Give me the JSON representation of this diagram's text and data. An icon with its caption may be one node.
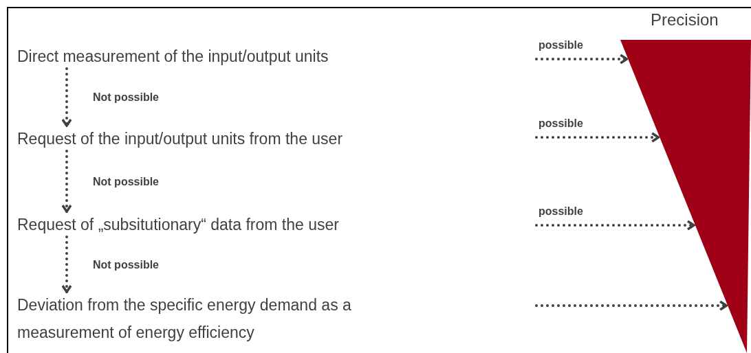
{
  "diagram": {
    "nodes": [
      {
        "text": [
          "Direct measurement of the input/output units"
        ]
      },
      {
        "text": [
          "Request of the input/output units from the user"
        ]
      },
      {
        "text": [
          "Request of „subsitutionary“  data from the user"
        ]
      },
      {
        "text": [
          "Deviation from the specific energy demand as a measurement of energy efficiency"
        ]
      },
      {
        "text": [
          "Precision"
        ]
      }
    ],
    "edges": [
      {
        "from": 0,
        "to": 1,
        "arrow": "to",
        "label": "Not possible",
        "style": "dashed"
      },
      {
        "from": 1,
        "to": 2,
        "arrow": "to",
        "label": "Not possible",
        "style": "dashed"
      },
      {
        "from": 2,
        "to": 3,
        "arrow": "to",
        "label": "Not possible",
        "style": "dashed"
      },
      {
        "from": null,
        "to": 4,
        "arrow": "to",
        "label": "possible",
        "style": "dashed"
      },
      {
        "from": null,
        "to": 4,
        "arrow": "to",
        "label": "possible",
        "style": "dashed"
      },
      {
        "from": null,
        "to": 4,
        "arrow": "to",
        "label": "possible",
        "style": "dashed"
      },
      {
        "from": null,
        "to": 4,
        "arrow": "to",
        "style": "dashed"
      }
    ]
  }
}
